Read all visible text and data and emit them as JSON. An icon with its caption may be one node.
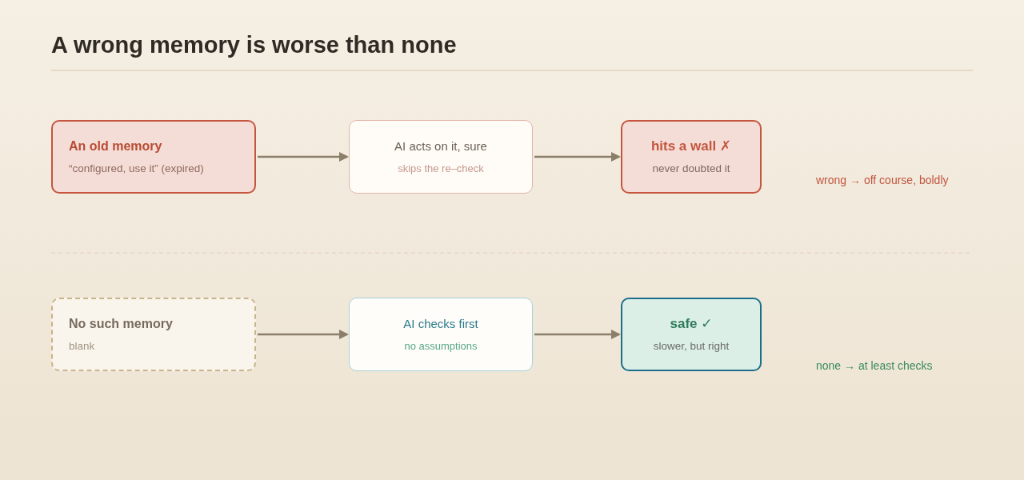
{
  "diagram": {
    "title": "A wrong memory is worse than none",
    "nodes": [
      {
        "text": [
          "An old memory",
          "“configured, use it” (expired)"
        ]
      },
      {
        "text": [
          "AI acts on it, sure",
          "skips the re–check"
        ]
      },
      {
        "text": [
          "hits a wall ✗",
          "never doubted it"
        ]
      },
      {
        "text": [
          "No such memory",
          "blank"
        ]
      },
      {
        "text": [
          "AI checks first",
          "no assumptions"
        ]
      },
      {
        "text": [
          "safe ✓",
          "slower, but right"
        ]
      }
    ],
    "edges": [
      {
        "from": 0,
        "to": 1,
        "arrow": "to"
      },
      {
        "from": 1,
        "to": 2,
        "arrow": "to"
      },
      {
        "from": 3,
        "to": 4,
        "arrow": "to"
      },
      {
        "from": 4,
        "to": 5,
        "arrow": "to"
      }
    ],
    "labels": [
      "wrong → off course, boldly",
      "none → at least checks"
    ]
  }
}
